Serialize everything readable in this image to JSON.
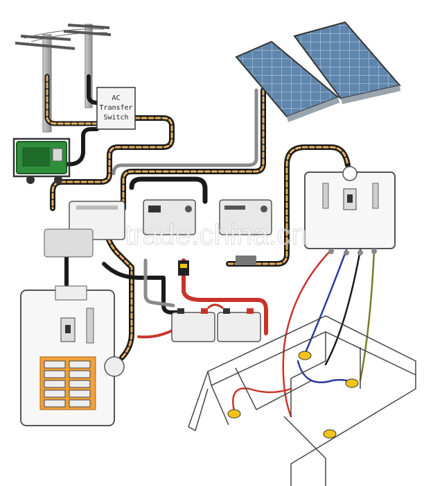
{
  "transfer_switch": {
    "line1": "AC",
    "line2": "Transfer",
    "line3": "Switch"
  },
  "watermark": "trade.china.cn",
  "colors": {
    "wire_black": "#1a1a1a",
    "wire_orange": "#e8b060",
    "wire_red": "#c8342a",
    "wire_gray": "#8a8a8a",
    "generator_green": "#2f8f3a",
    "panel_blue": "#4d6f95",
    "lamp_yellow": "#f0c419",
    "breaker_orange": "#f0a13a"
  }
}
